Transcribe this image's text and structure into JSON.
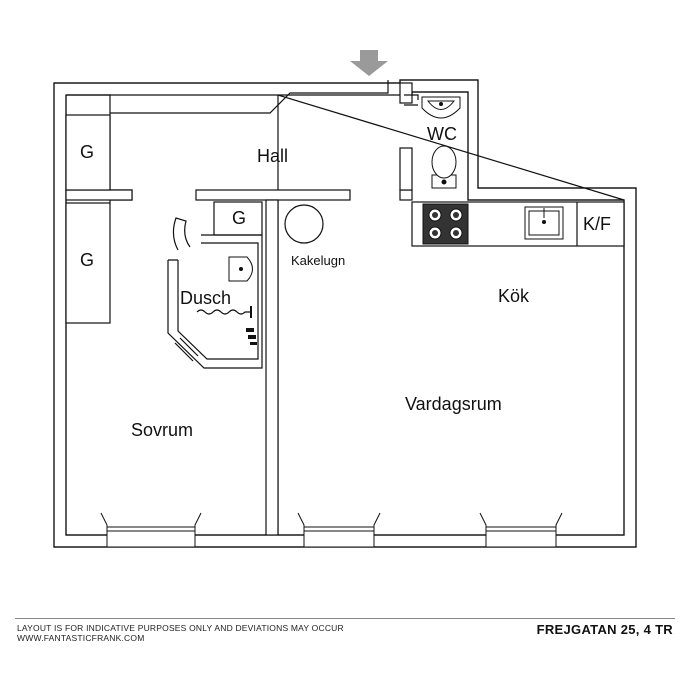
{
  "rooms": {
    "hall": "Hall",
    "wc": "WC",
    "sovrum": "Sovrum",
    "dusch": "Dusch",
    "kok": "Kök",
    "vardagsrum": "Vardagsrum",
    "kakelugn": "Kakelugn",
    "kf": "K/F",
    "storage": "G"
  },
  "footer": {
    "disclaimer_line1": "LAYOUT IS FOR INDICATIVE PURPOSES ONLY AND DEVIATIONS MAY OCCUR",
    "disclaimer_line2": "WWW.FANTASTICFRANK.COM",
    "address": "FREJGATAN 25, 4 TR"
  },
  "colors": {
    "wall": "#ffffff",
    "wall_outline": "#111111",
    "entry_arrow": "#9a9a9a",
    "stove": "#333333"
  },
  "icons": {
    "entry": "entry-arrow-icon",
    "stove": "stove-icon",
    "sink": "sink-icon",
    "toilet": "toilet-icon"
  }
}
